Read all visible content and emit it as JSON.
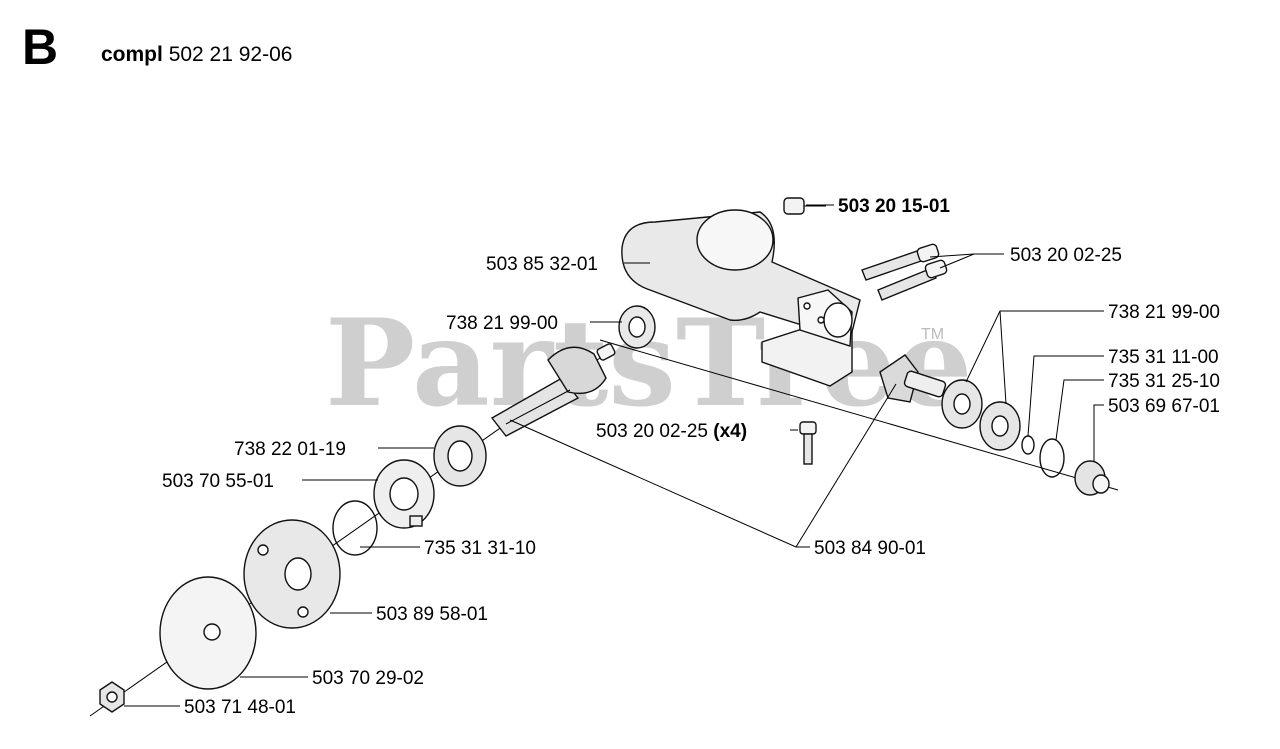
{
  "header": {
    "letter": "B",
    "compl_label": "compl",
    "compl_number": "502 21 92-06"
  },
  "watermark": {
    "text": "PartsTree",
    "trademark": "TM"
  },
  "callouts": {
    "c1": {
      "number": "503 20 15-01"
    },
    "c2": {
      "number": "503 85 32-01"
    },
    "c3": {
      "number": "503 20 02-25"
    },
    "c4": {
      "number": "738 21 99-00"
    },
    "c5": {
      "number": "738 21 99-00"
    },
    "c6": {
      "number": "735 31 11-00"
    },
    "c7": {
      "number": "735 31 25-10"
    },
    "c8": {
      "number": "503 69 67-01"
    },
    "c9": {
      "number": "738 22 01-19"
    },
    "c10": {
      "number": "503 20 02-25",
      "qty": "(x4)"
    },
    "c11": {
      "number": "503 70 55-01"
    },
    "c12": {
      "number": "735 31 31-10"
    },
    "c13": {
      "number": "503 84 90-01"
    },
    "c14": {
      "number": "503 89 58-01"
    },
    "c15": {
      "number": "503 70 29-02"
    },
    "c16": {
      "number": "503 71 48-01"
    }
  }
}
